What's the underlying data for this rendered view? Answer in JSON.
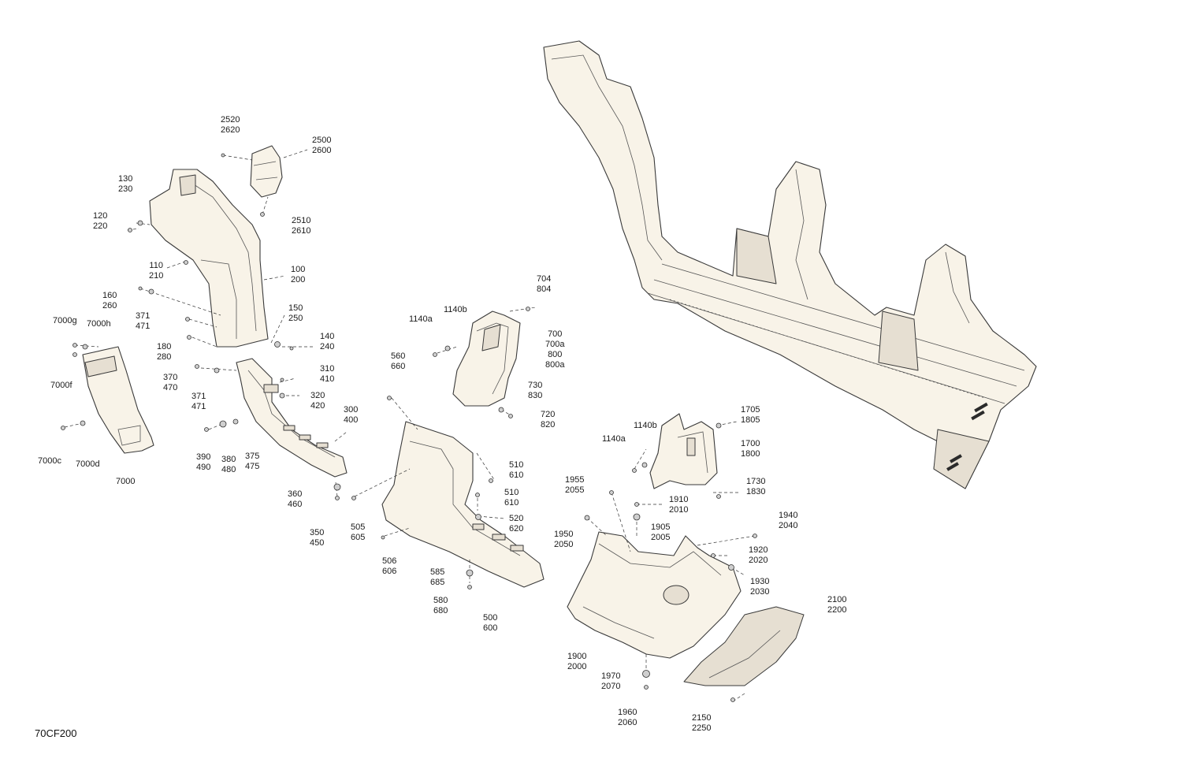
{
  "diagram_id": "70CF200",
  "callouts": [
    {
      "id": "c1",
      "lines": [
        "2520",
        "2620"
      ]
    },
    {
      "id": "c2",
      "lines": [
        "2500",
        "2600"
      ]
    },
    {
      "id": "c3",
      "lines": [
        "130",
        "230"
      ]
    },
    {
      "id": "c4",
      "lines": [
        "120",
        "220"
      ]
    },
    {
      "id": "c5",
      "lines": [
        "2510",
        "2610"
      ]
    },
    {
      "id": "c6",
      "lines": [
        "110",
        "210"
      ]
    },
    {
      "id": "c7",
      "lines": [
        "100",
        "200"
      ]
    },
    {
      "id": "c8",
      "lines": [
        "160",
        "260"
      ]
    },
    {
      "id": "c9",
      "lines": [
        "371",
        "471"
      ]
    },
    {
      "id": "c10",
      "lines": [
        "150",
        "250"
      ]
    },
    {
      "id": "c11",
      "lines": [
        "7000g"
      ]
    },
    {
      "id": "c12",
      "lines": [
        "7000h"
      ]
    },
    {
      "id": "c13",
      "lines": [
        "180",
        "280"
      ]
    },
    {
      "id": "c14",
      "lines": [
        "140",
        "240"
      ]
    },
    {
      "id": "c15",
      "lines": [
        "7000f"
      ]
    },
    {
      "id": "c16",
      "lines": [
        "370",
        "470"
      ]
    },
    {
      "id": "c17",
      "lines": [
        "310",
        "410"
      ]
    },
    {
      "id": "c18",
      "lines": [
        "371",
        "471"
      ]
    },
    {
      "id": "c19",
      "lines": [
        "320",
        "420"
      ]
    },
    {
      "id": "c20",
      "lines": [
        "300",
        "400"
      ]
    },
    {
      "id": "c21",
      "lines": [
        "7000c"
      ]
    },
    {
      "id": "c22",
      "lines": [
        "7000d"
      ]
    },
    {
      "id": "c23",
      "lines": [
        "390",
        "490"
      ]
    },
    {
      "id": "c24",
      "lines": [
        "380",
        "480"
      ]
    },
    {
      "id": "c25",
      "lines": [
        "375",
        "475"
      ]
    },
    {
      "id": "c26",
      "lines": [
        "7000"
      ]
    },
    {
      "id": "c27",
      "lines": [
        "360",
        "460"
      ]
    },
    {
      "id": "c28",
      "lines": [
        "350",
        "450"
      ]
    },
    {
      "id": "c29",
      "lines": [
        "1140a"
      ]
    },
    {
      "id": "c30",
      "lines": [
        "1140b"
      ]
    },
    {
      "id": "c31",
      "lines": [
        "704",
        "804"
      ]
    },
    {
      "id": "c32",
      "lines": [
        "700",
        "700a",
        "800",
        "800a"
      ]
    },
    {
      "id": "c33",
      "lines": [
        "560",
        "660"
      ]
    },
    {
      "id": "c34",
      "lines": [
        "730",
        "830"
      ]
    },
    {
      "id": "c35",
      "lines": [
        "720",
        "820"
      ]
    },
    {
      "id": "c36",
      "lines": [
        "510",
        "610"
      ]
    },
    {
      "id": "c37",
      "lines": [
        "510",
        "610"
      ]
    },
    {
      "id": "c38",
      "lines": [
        "520",
        "620"
      ]
    },
    {
      "id": "c39",
      "lines": [
        "505",
        "605"
      ]
    },
    {
      "id": "c40",
      "lines": [
        "506",
        "606"
      ]
    },
    {
      "id": "c41",
      "lines": [
        "585",
        "685"
      ]
    },
    {
      "id": "c42",
      "lines": [
        "580",
        "680"
      ]
    },
    {
      "id": "c43",
      "lines": [
        "500",
        "600"
      ]
    },
    {
      "id": "c44",
      "lines": [
        "1140b"
      ]
    },
    {
      "id": "c45",
      "lines": [
        "1140a"
      ]
    },
    {
      "id": "c46",
      "lines": [
        "1705",
        "1805"
      ]
    },
    {
      "id": "c47",
      "lines": [
        "1700",
        "1800"
      ]
    },
    {
      "id": "c48",
      "lines": [
        "1730",
        "1830"
      ]
    },
    {
      "id": "c49",
      "lines": [
        "1955",
        "2055"
      ]
    },
    {
      "id": "c50",
      "lines": [
        "1910",
        "2010"
      ]
    },
    {
      "id": "c51",
      "lines": [
        "1950",
        "2050"
      ]
    },
    {
      "id": "c52",
      "lines": [
        "1905",
        "2005"
      ]
    },
    {
      "id": "c53",
      "lines": [
        "1940",
        "2040"
      ]
    },
    {
      "id": "c54",
      "lines": [
        "1920",
        "2020"
      ]
    },
    {
      "id": "c55",
      "lines": [
        "1930",
        "2030"
      ]
    },
    {
      "id": "c56",
      "lines": [
        "2100",
        "2200"
      ]
    },
    {
      "id": "c57",
      "lines": [
        "1900",
        "2000"
      ]
    },
    {
      "id": "c58",
      "lines": [
        "1970",
        "2070"
      ]
    },
    {
      "id": "c59",
      "lines": [
        "1960",
        "2060"
      ]
    },
    {
      "id": "c60",
      "lines": [
        "2150",
        "2250"
      ]
    }
  ]
}
